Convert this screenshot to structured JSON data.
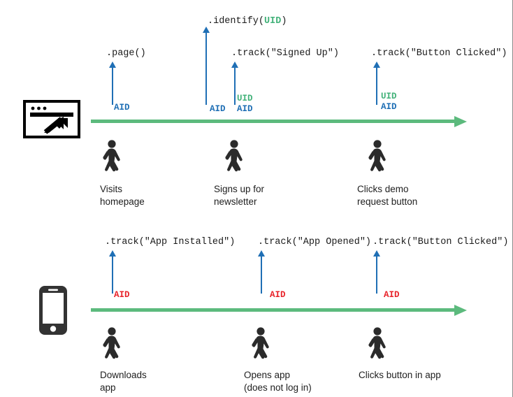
{
  "diagram": {
    "title": "Analytics identity resolution across web and mobile journeys",
    "colors": {
      "timeline_green": "#5cba7d",
      "event_arrow_blue": "#1f6fb5",
      "aid_blue": "#1f6fb5",
      "uid_green": "#43b27a",
      "aid_red": "#e8232a",
      "code_text": "#1a1a1a",
      "caption_text": "#1e1e1e",
      "browser_icon": "#000000",
      "phone_icon": "#333333",
      "pedestrian": "#2b2b2b",
      "background": "#ffffff"
    },
    "tracks": [
      {
        "id": "web",
        "device_icon": "browser-window-icon",
        "device_label": "Web browser",
        "events": [
          {
            "call": ".page()",
            "call_prefix": ".page()",
            "call_uid_arg": "",
            "call_suffix": "",
            "ids": [
              {
                "text": "AID",
                "color": "blue"
              }
            ],
            "caption": "Visits\nhomepage",
            "pedestrian": "walking-person-icon"
          },
          {
            "call": ".identify(UID)",
            "call_prefix": ".identify(",
            "call_uid_arg": "UID",
            "call_suffix": ")",
            "ids": [
              {
                "text": "AID",
                "color": "blue"
              }
            ],
            "caption": "",
            "pedestrian": ""
          },
          {
            "call": ".track(\"Signed Up\")",
            "call_prefix": ".track(\"Signed Up\")",
            "call_uid_arg": "",
            "call_suffix": "",
            "ids": [
              {
                "text": "UID",
                "color": "green"
              },
              {
                "text": "AID",
                "color": "blue"
              }
            ],
            "caption": "Signs up for\nnewsletter",
            "pedestrian": "walking-person-icon"
          },
          {
            "call": ".track(\"Button Clicked\")",
            "call_prefix": ".track(\"Button Clicked\")",
            "call_uid_arg": "",
            "call_suffix": "",
            "ids": [
              {
                "text": "UID",
                "color": "green"
              },
              {
                "text": "AID",
                "color": "blue"
              }
            ],
            "caption": "Clicks demo\nrequest button",
            "pedestrian": "walking-person-icon"
          }
        ]
      },
      {
        "id": "mobile",
        "device_icon": "smartphone-icon",
        "device_label": "Mobile phone",
        "events": [
          {
            "call": ".track(\"App Installed\")",
            "call_prefix": ".track(\"App Installed\")",
            "call_uid_arg": "",
            "call_suffix": "",
            "ids": [
              {
                "text": "AID",
                "color": "red"
              }
            ],
            "caption": "Downloads\napp",
            "pedestrian": "walking-person-icon"
          },
          {
            "call": ".track(\"App Opened\")",
            "call_prefix": ".track(\"App Opened\")",
            "call_uid_arg": "",
            "call_suffix": "",
            "ids": [
              {
                "text": "AID",
                "color": "red"
              }
            ],
            "caption": "Opens app\n(does not log in)",
            "pedestrian": "walking-person-icon"
          },
          {
            "call": ".track(\"Button Clicked\")",
            "call_prefix": ".track(\"Button Clicked\")",
            "call_uid_arg": "",
            "call_suffix": "",
            "ids": [
              {
                "text": "AID",
                "color": "red"
              }
            ],
            "caption": "Clicks button in app",
            "pedestrian": "walking-person-icon"
          }
        ]
      }
    ],
    "labels": {
      "web_event_1_call": ".page()",
      "web_event_2_prefix": ".identify(",
      "web_event_2_uid": "UID",
      "web_event_2_suffix": ")",
      "web_event_3_call": ".track(\"Signed Up\")",
      "web_event_4_call": ".track(\"Button Clicked\")",
      "mobile_event_1_call": ".track(\"App Installed\")",
      "mobile_event_2_call": ".track(\"App Opened\")",
      "mobile_event_3_call": ".track(\"Button Clicked\")",
      "aid": "AID",
      "uid": "UID",
      "web_caption_1": "Visits\nhomepage",
      "web_caption_2": "Signs up for\nnewsletter",
      "web_caption_3": "Clicks demo\nrequest button",
      "mobile_caption_1": "Downloads\napp",
      "mobile_caption_2": "Opens app\n(does not log in)",
      "mobile_caption_3": "Clicks button in app"
    }
  }
}
